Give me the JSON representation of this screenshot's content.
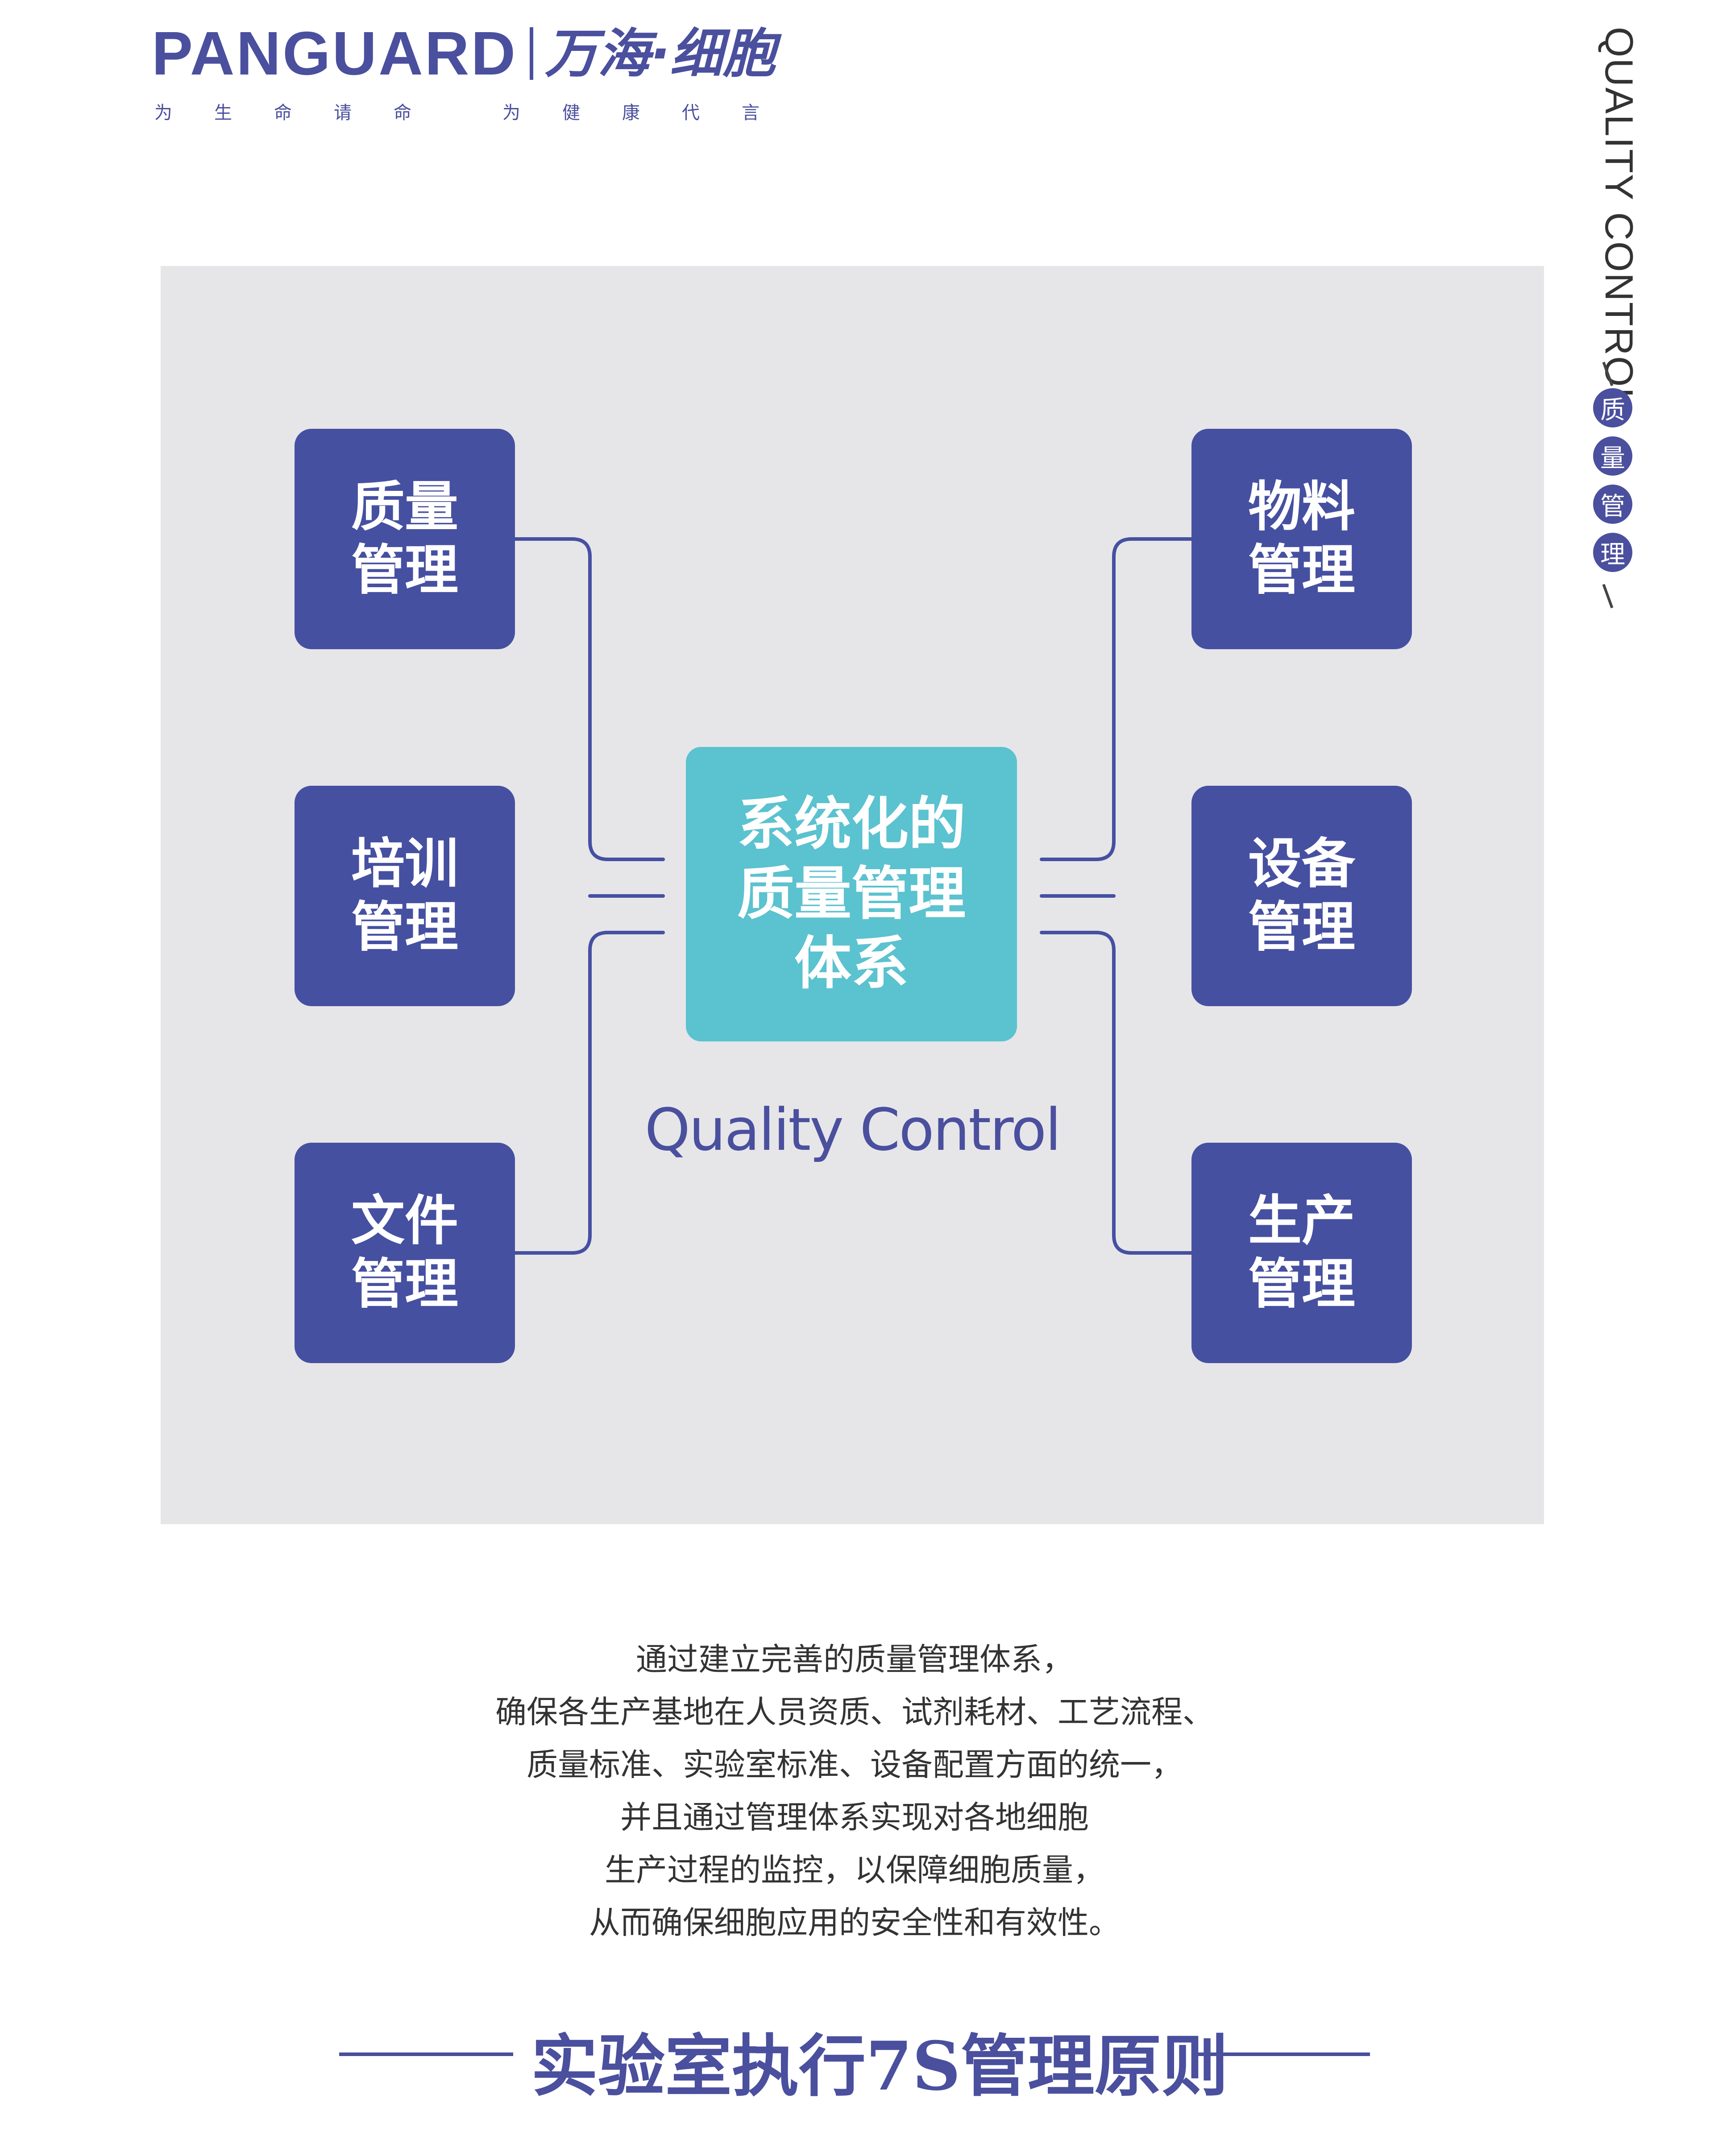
{
  "brand": {
    "name_en": "PANGUARD",
    "name_cn": "万海·细胞",
    "tagline_chars": [
      "为",
      "生",
      "命",
      "请",
      "命",
      "为",
      "健",
      "康",
      "代",
      "言"
    ]
  },
  "side": {
    "text_en": "QUALITY CONTROL",
    "circle_chars": [
      "质",
      "量",
      "管",
      "理"
    ]
  },
  "diagram": {
    "center": {
      "lines": [
        "系统化的",
        "质量管理",
        "体系"
      ]
    },
    "subtitle": "Quality Control",
    "left": [
      {
        "lines": [
          "质量",
          "管理"
        ]
      },
      {
        "lines": [
          "培训",
          "管理"
        ]
      },
      {
        "lines": [
          "文件",
          "管理"
        ]
      }
    ],
    "right": [
      {
        "lines": [
          "物料",
          "管理"
        ]
      },
      {
        "lines": [
          "设备",
          "管理"
        ]
      },
      {
        "lines": [
          "生产",
          "管理"
        ]
      }
    ]
  },
  "description": [
    "通过建立完善的质量管理体系，",
    "确保各生产基地在人员资质、试剂耗材、工艺流程、",
    "质量标准、实验室标准、设备配置方面的统一，",
    "并且通过管理体系实现对各地细胞",
    "生产过程的监控，以保障细胞质量，",
    "从而确保细胞应用的安全性和有效性。"
  ],
  "footer": {
    "title": "实验室执行7S管理原则"
  },
  "colors": {
    "primary": "#4650a1",
    "accent": "#5bc2cf",
    "panel": "#e6e6e9",
    "text": "#333333"
  }
}
